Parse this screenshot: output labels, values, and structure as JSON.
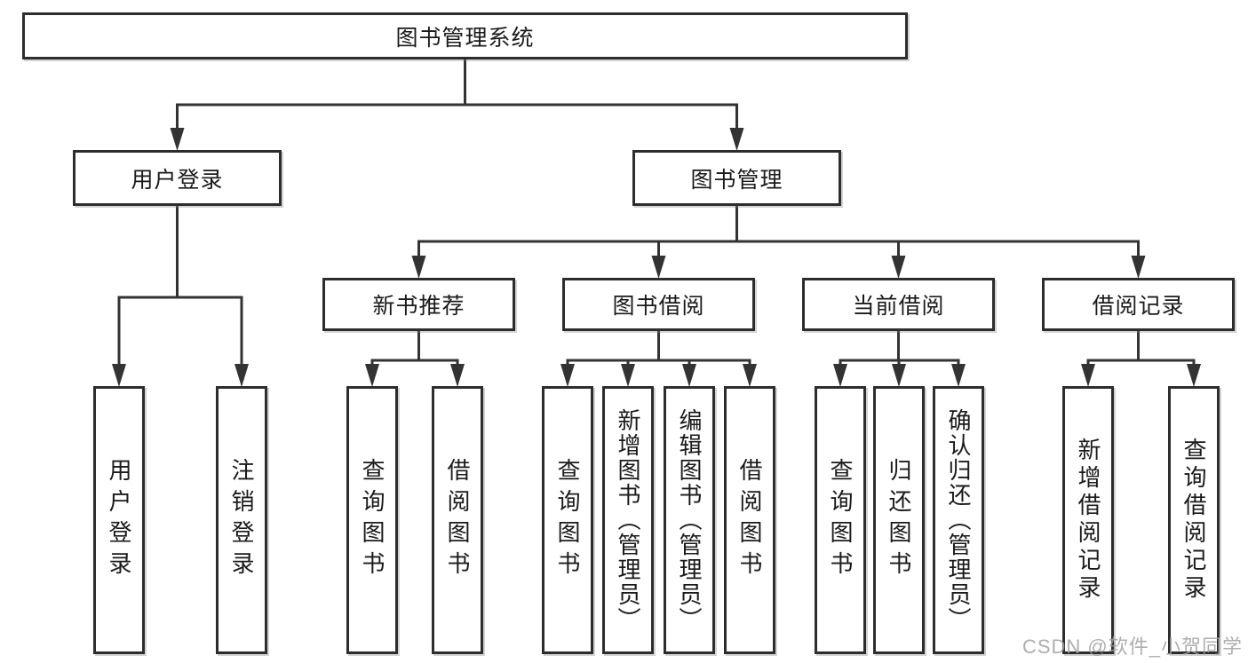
{
  "diagram": {
    "title": "图书管理系统",
    "nodes": [
      {
        "id": "root",
        "label": "图书管理系统",
        "level": 1
      },
      {
        "id": "user-login",
        "label": "用户登录",
        "level": 2
      },
      {
        "id": "book-mgmt",
        "label": "图书管理",
        "level": 2
      },
      {
        "id": "new-book-rec",
        "label": "新书推荐",
        "level": 3
      },
      {
        "id": "book-borrow",
        "label": "图书借阅",
        "level": 3
      },
      {
        "id": "current-borrow",
        "label": "当前借阅",
        "level": 3
      },
      {
        "id": "borrow-records",
        "label": "借阅记录",
        "level": 3
      },
      {
        "id": "leaf-user-login",
        "label": "用户登录",
        "level": 4
      },
      {
        "id": "leaf-logout",
        "label": "注销登录",
        "level": 4
      },
      {
        "id": "leaf-rec-query",
        "label": "查询图书",
        "level": 4
      },
      {
        "id": "leaf-rec-borrow",
        "label": "借阅图书",
        "level": 4
      },
      {
        "id": "leaf-bor-query",
        "label": "查询图书",
        "level": 4
      },
      {
        "id": "leaf-bor-add",
        "label": "新增图书（管理员）",
        "level": 4
      },
      {
        "id": "leaf-bor-edit",
        "label": "编辑图书（管理员）",
        "level": 4
      },
      {
        "id": "leaf-bor-borrow",
        "label": "借阅图书",
        "level": 4
      },
      {
        "id": "leaf-cur-query",
        "label": "查询图书",
        "level": 4
      },
      {
        "id": "leaf-cur-return",
        "label": "归还图书",
        "level": 4
      },
      {
        "id": "leaf-cur-confirm",
        "label": "确认归还（管理员）",
        "level": 4
      },
      {
        "id": "leaf-rcd-add",
        "label": "新增借阅记录",
        "level": 4
      },
      {
        "id": "leaf-rcd-query",
        "label": "查询借阅记录",
        "level": 4
      }
    ],
    "edges": [
      {
        "from": "root",
        "to": [
          "user-login",
          "book-mgmt"
        ]
      },
      {
        "from": "user-login",
        "to": [
          "leaf-user-login",
          "leaf-logout"
        ]
      },
      {
        "from": "book-mgmt",
        "to": [
          "new-book-rec",
          "book-borrow",
          "current-borrow",
          "borrow-records"
        ]
      },
      {
        "from": "new-book-rec",
        "to": [
          "leaf-rec-query",
          "leaf-rec-borrow"
        ]
      },
      {
        "from": "book-borrow",
        "to": [
          "leaf-bor-query",
          "leaf-bor-add",
          "leaf-bor-edit",
          "leaf-bor-borrow"
        ]
      },
      {
        "from": "current-borrow",
        "to": [
          "leaf-cur-query",
          "leaf-cur-return",
          "leaf-cur-confirm"
        ]
      },
      {
        "from": "borrow-records",
        "to": [
          "leaf-rcd-add",
          "leaf-rcd-query"
        ]
      }
    ]
  },
  "watermark": {
    "text": "CSDN @软件_小贺同学",
    "color": "#a8a8a8"
  },
  "colors": {
    "background": "#ffffff",
    "box_border": "#2d2d2d",
    "connector_line": "#333333",
    "text": "#1a1a1a"
  }
}
